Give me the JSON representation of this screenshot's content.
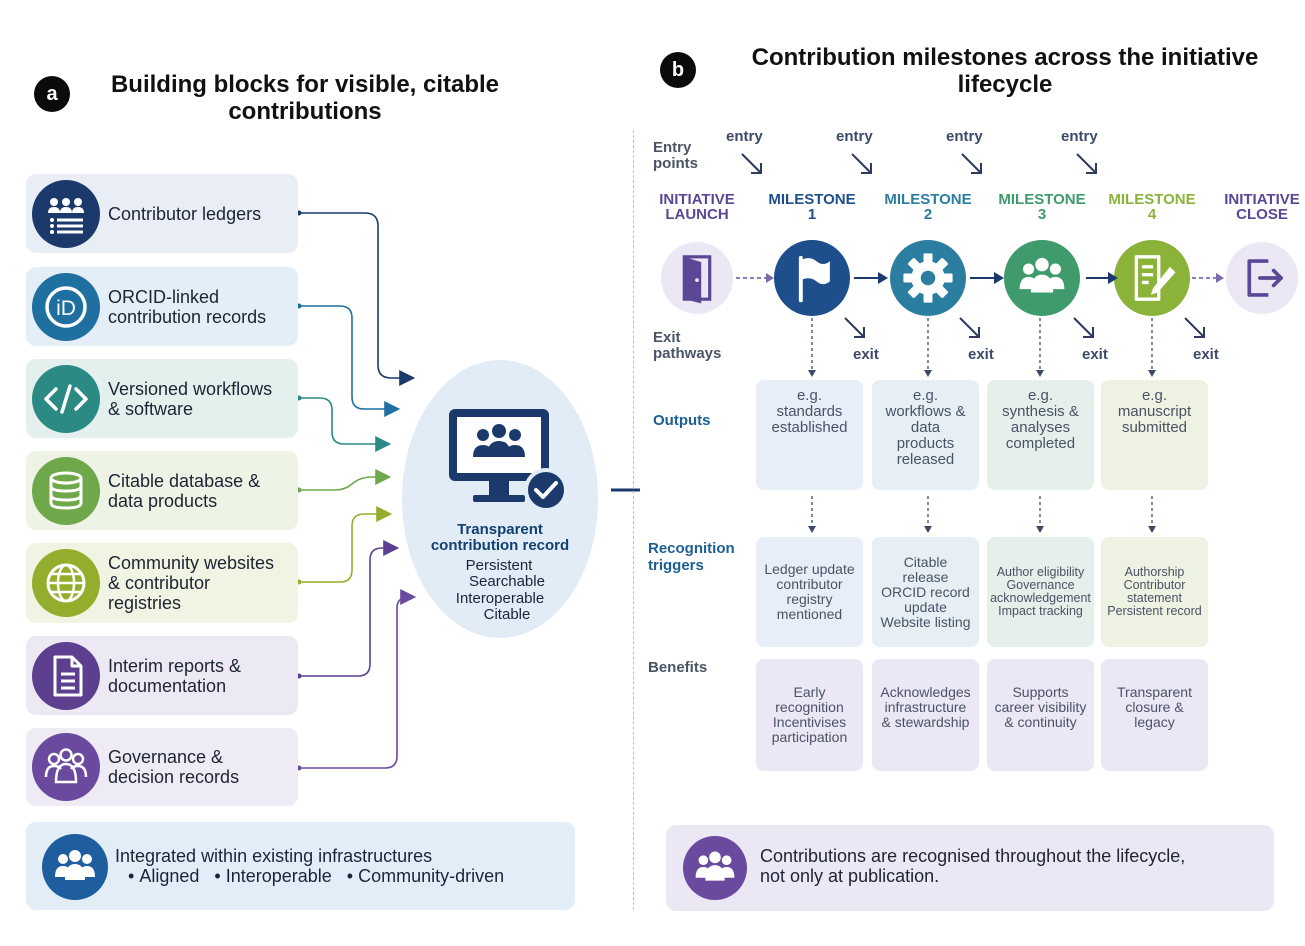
{
  "panel_a": {
    "letter": "a",
    "title": "Building blocks for visible, citable\ncontributions",
    "blocks": [
      {
        "label": "Contributor ledgers",
        "icon": "ledger-icon",
        "color": "#1b3a6b",
        "bg": "#e8edf6"
      },
      {
        "label": "ORCID-linked\ncontribution records",
        "icon": "orcid-id-icon",
        "color": "#1f6fa0",
        "bg": "#e4eef6"
      },
      {
        "label": "Versioned workflows\n& software",
        "icon": "code-icon",
        "color": "#2b8a83",
        "bg": "#e3f0ee"
      },
      {
        "label": "Citable database &\ndata products",
        "icon": "database-icon",
        "color": "#6ea84a",
        "bg": "#edf4e6"
      },
      {
        "label": "Community websites\n& contributor\nregistries",
        "icon": "globe-icon",
        "color": "#93ae2c",
        "bg": "#f1f4e2"
      },
      {
        "label": "Interim reports &\ndocumentation",
        "icon": "document-icon",
        "color": "#5c3f8f",
        "bg": "#ede9f4"
      },
      {
        "label": "Governance &\ndecision records",
        "icon": "governance-group-icon",
        "color": "#6a4a9e",
        "bg": "#eeebf5"
      }
    ],
    "hub": {
      "title": "Transparent\ncontribution record",
      "items": [
        "Persistent",
        "Searchable",
        "Interoperable",
        "Citable"
      ],
      "icon": "monitor-group-check-icon"
    },
    "footer": {
      "line1": "Integrated within existing infrastructures",
      "bullets": [
        "Aligned",
        "Interoperable",
        "Community-driven"
      ],
      "icon": "group-icon"
    }
  },
  "panel_b": {
    "letter": "b",
    "title": "Contribution milestones across the initiative\nlifecycle",
    "entry_points_label": "Entry\npoints",
    "entry_word": "entry",
    "exit_pathways_label": "Exit\npathways",
    "exit_word": "exit",
    "stages": [
      {
        "label": "INITIATIVE\nLAUNCH",
        "color": "#5b4796",
        "icon": "door-enter-icon"
      },
      {
        "label": "MILESTONE\n1",
        "color": "#1f4e8c",
        "icon": "flag-icon"
      },
      {
        "label": "MILESTONE\n2",
        "color": "#2b7ea0",
        "icon": "gear-icon"
      },
      {
        "label": "MILESTONE\n3",
        "color": "#3f9a6c",
        "icon": "group-icon"
      },
      {
        "label": "MILESTONE\n4",
        "color": "#8bb33a",
        "icon": "edit-document-icon"
      },
      {
        "label": "INITIATIVE\nCLOSE",
        "color": "#5b4796",
        "icon": "exit-door-icon"
      }
    ],
    "rows": {
      "outputs": "Outputs",
      "recognition": "Recognition\ntriggers",
      "benefits": "Benefits"
    },
    "outputs": [
      "e.g.\nstandards\nestablished",
      "e.g.\nworkflows &\ndata\nproducts\nreleased",
      "e.g.\nsynthesis &\nanalyses\ncompleted",
      "e.g.\nmanuscript\nsubmitted"
    ],
    "recognition": [
      "Ledger update\ncontributor\nregistry\nmentioned",
      "Citable\nrelease\nORCID record\nupdate\nWebsite listing",
      "Author eligibility\nGovernance\nacknowledgement\nImpact tracking",
      "Authorship\nContributor\nstatement\nPersistent record"
    ],
    "benefits": [
      "Early\nrecognition\nIncentivises\nparticipation",
      "Acknowledges\ninfrastructure\n& stewardship",
      "Supports\ncareer visibility\n& continuity",
      "Transparent\nclosure &\nlegacy"
    ],
    "column_colors": {
      "outputs_bg": [
        "#e8eef7",
        "#e5eff4",
        "#e6f0ea",
        "#eef2e2"
      ],
      "recognition_bg": [
        "#e8eef7",
        "#e5eff4",
        "#e6f0ea",
        "#eef2e2"
      ],
      "benefits_bg": [
        "#ebe7f4",
        "#ebe7f4",
        "#ebe7f4",
        "#ebe7f4"
      ]
    },
    "footer": {
      "text": "Contributions are recognised throughout the lifecycle,\nnot only at publication.",
      "icon": "group-icon"
    }
  }
}
